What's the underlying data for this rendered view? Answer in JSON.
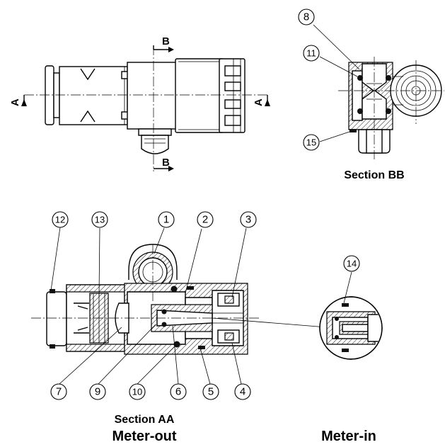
{
  "section_markers": {
    "b_top": "B",
    "b_bottom": "B",
    "a_left": "A",
    "a_right": "A"
  },
  "captions": {
    "section_bb": "Section BB",
    "section_aa": "Section AA",
    "meter_out": "Meter-out",
    "meter_in": "Meter-in"
  },
  "callouts": {
    "c1": "1",
    "c2": "2",
    "c3": "3",
    "c4": "4",
    "c5": "5",
    "c6": "6",
    "c7": "7",
    "c8": "8",
    "c9": "9",
    "c10": "10",
    "c11": "11",
    "c12": "12",
    "c13": "13",
    "c14": "14",
    "c15": "15"
  }
}
